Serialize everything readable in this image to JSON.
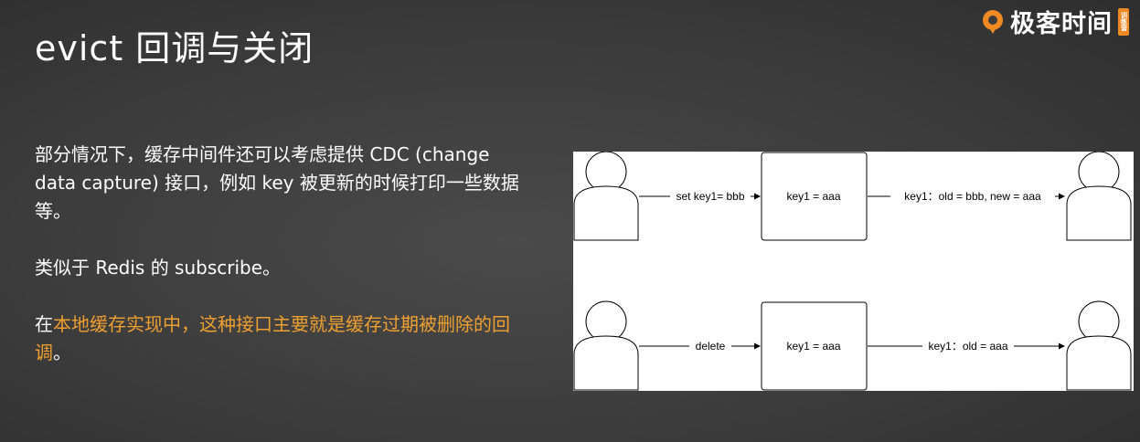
{
  "header": {
    "title": "evict 回调与关闭",
    "logo_text": "极客时间",
    "logo_badge": "训练营",
    "logo_icon": "geektime-logo-icon"
  },
  "body": {
    "para1": "部分情况下，缓存中间件还可以考虑提供 CDC (change data capture) 接口，例如 key 被更新的时候打印一些数据等。",
    "para2": "类似于 Redis 的 subscribe。",
    "para3_prefix": "在",
    "para3_highlight": "本地缓存实现中，这种接口主要就是缓存过期被删除的回调",
    "para3_suffix": "。",
    "highlight_color": "#f0a030"
  },
  "diagram": {
    "rows": [
      {
        "action_label": "set key1= bbb",
        "box_label": "key1 = aaa",
        "event_label": "key1：old = bbb, new = aaa"
      },
      {
        "action_label": "delete",
        "box_label": "key1 = aaa",
        "event_label": "key1：old = aaa"
      }
    ]
  }
}
